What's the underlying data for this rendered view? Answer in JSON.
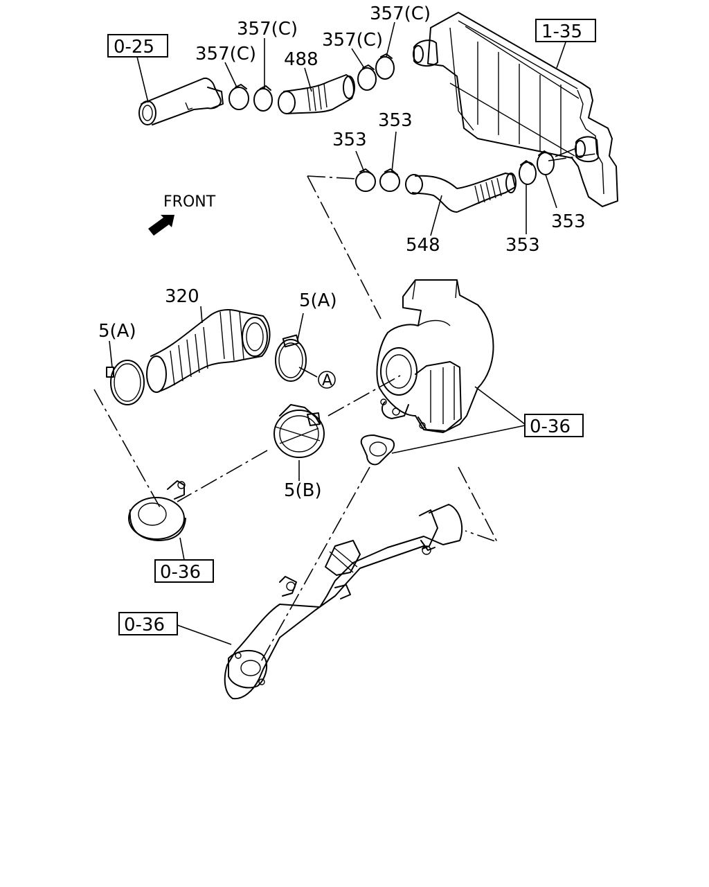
{
  "callouts": {
    "ref_0_25": "0-25",
    "ref_1_35": "1-35",
    "ref_0_36_right": "0-36",
    "ref_0_36_left": "0-36",
    "ref_0_36_bottom": "0-36",
    "p357c_1": "357(C)",
    "p357c_2": "357(C)",
    "p357c_3": "357(C)",
    "p357c_4": "357(C)",
    "p488": "488",
    "p353_1": "353",
    "p353_2": "353",
    "p353_3": "353",
    "p353_4": "353",
    "p548": "548",
    "p320": "320",
    "p5a_1": "5(A)",
    "p5a_2": "5(A)",
    "p5b": "5(B)",
    "circle_a": "A"
  },
  "front_label": "FRONT"
}
